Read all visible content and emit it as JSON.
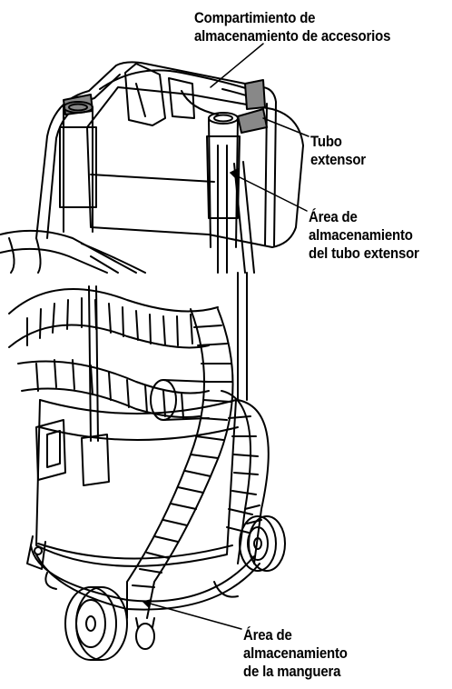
{
  "labels": {
    "accessory_storage": {
      "line1": "Compartimiento de",
      "line2": "almacenamiento de accesorios"
    },
    "extension_wand": {
      "line1": "Tubo",
      "line2": "extensor"
    },
    "wand_storage": {
      "line1": "Área de",
      "line2": "almacenamiento",
      "line3": "del tubo extensor"
    },
    "hose_storage": {
      "line1": "Área de",
      "line2": "almacenamiento",
      "line3": "de la manguera"
    }
  }
}
